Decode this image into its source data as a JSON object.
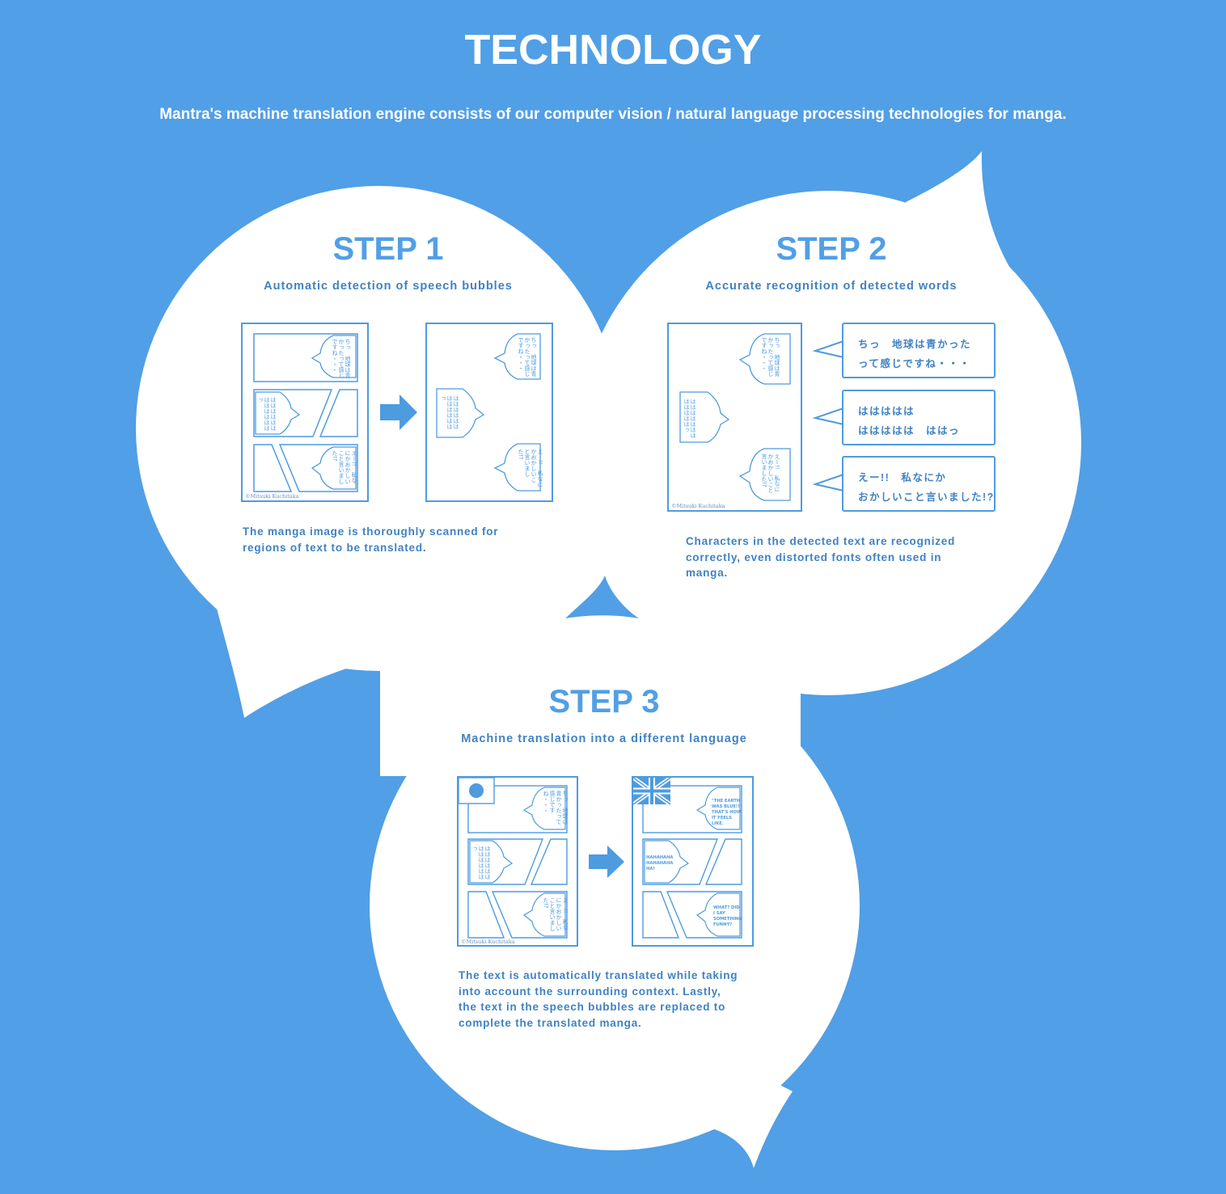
{
  "header": {
    "title": "TECHNOLOGY",
    "subtitle": "Mantra's machine translation engine consists of our computer vision / natural language processing technologies for manga."
  },
  "colors": {
    "background": "#519fe6",
    "accent": "#4e9be0",
    "text_dark": "#3f82c4"
  },
  "steps": [
    {
      "heading": "STEP 1",
      "subheading": "Automatic detection of speech bubbles",
      "description": "The manga image is thoroughly scanned for regions of text to be translated."
    },
    {
      "heading": "STEP 2",
      "subheading": "Accurate recognition of detected words",
      "description": "Characters in the detected text are recognized correctly, even distorted fonts often used in manga.",
      "recognized_words": [
        {
          "line1": "ちっ　地球は青かった",
          "line2": "って感じですね・・・"
        },
        {
          "line1": "ははははは",
          "line2": "ははははは　ははっ"
        },
        {
          "line1": "えー!!　私なにか",
          "line2": "おかしいこと言いました!?"
        }
      ]
    },
    {
      "heading": "STEP 3",
      "subheading": "Machine translation into a different language",
      "description": "The text is automatically translated while taking into account the surrounding context. Lastly, the text in the speech bubbles are replaced to complete the translated manga."
    }
  ],
  "manga": {
    "credit": "©Mitsuki Kuchitaka",
    "bubble_jp_1": "ちっ　地球は青かったって感じですね・・・",
    "bubble_jp_2": "ははははははははははははっ",
    "bubble_jp_3": "えー!!　私なにかおかしいこと言いました!?",
    "bubble_en_1": "\"THE EARTH WAS BLUE!!\" THAT'S HOW IT FEELS LIKE.",
    "bubble_en_2": "HAHAHAHA HAHAHAHA HA!",
    "bubble_en_3": "WHAT? DID I SAY SOMETHING FUNNY?"
  },
  "icons": {
    "arrow": "right-arrow-icon",
    "source_flag": "japan-flag-icon",
    "target_flag": "uk-flag-icon"
  }
}
